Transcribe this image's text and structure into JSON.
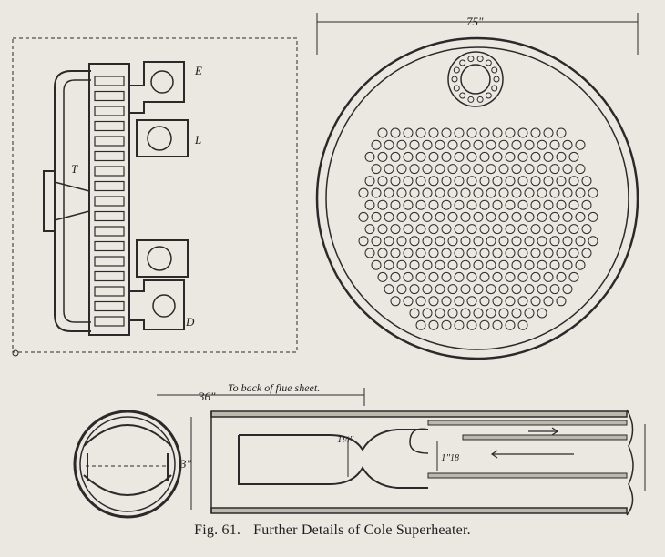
{
  "figure": {
    "number": "Fig. 61.",
    "title": "Further Details of Cole Superheater."
  },
  "side_view": {
    "labels": {
      "E": "E",
      "L": "L",
      "T": "T",
      "D": "D"
    }
  },
  "plate_view": {
    "diameter_label": "75\""
  },
  "section_view": {
    "length_label": "36\"",
    "flue_note": "To back of flue sheet.",
    "height_label": "3\"",
    "inner_dim_label": "1¼\"",
    "tube_dim_label": "1\"",
    "tube_dim2_label": "18"
  }
}
